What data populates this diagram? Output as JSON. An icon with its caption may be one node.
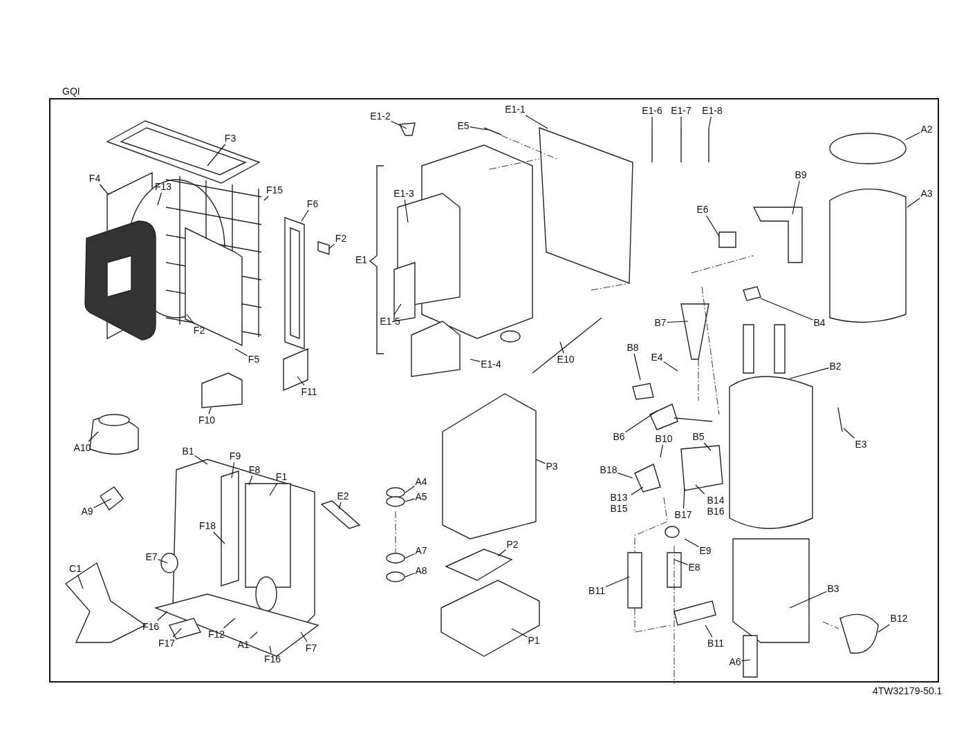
{
  "diagram": {
    "nodes": [
      {
        "text": [
          "E1-2"
        ]
      },
      {
        "text": [
          "E5"
        ]
      },
      {
        "text": [
          "E1-1"
        ]
      },
      {
        "text": [
          "E1-6"
        ]
      },
      {
        "text": [
          "E1-7"
        ]
      },
      {
        "text": [
          "E1-8"
        ]
      },
      {
        "text": [
          "A2"
        ]
      },
      {
        "text": [
          "F3"
        ]
      },
      {
        "text": [
          "F4"
        ]
      },
      {
        "text": [
          "F13"
        ]
      },
      {
        "text": [
          "F15"
        ]
      },
      {
        "text": [
          "F6"
        ]
      },
      {
        "text": [
          "F2"
        ]
      },
      {
        "text": [
          "E1-3"
        ]
      },
      {
        "text": [
          "E6"
        ]
      },
      {
        "text": [
          "B9"
        ]
      },
      {
        "text": [
          "A3"
        ]
      },
      {
        "text": [
          "F2"
        ]
      },
      {
        "text": [
          "F5"
        ]
      },
      {
        "text": [
          "E1-5"
        ]
      },
      {
        "text": [
          "B7"
        ]
      },
      {
        "text": [
          "B4"
        ]
      },
      {
        "text": [
          "E1-4"
        ]
      },
      {
        "text": [
          "E10"
        ]
      },
      {
        "text": [
          "E4"
        ]
      },
      {
        "text": [
          "B8"
        ]
      },
      {
        "text": [
          "B2"
        ]
      },
      {
        "text": [
          "F11"
        ]
      },
      {
        "text": [
          "F10"
        ]
      },
      {
        "text": [
          "A10"
        ]
      },
      {
        "text": [
          "B6"
        ]
      },
      {
        "text": [
          "E3"
        ]
      },
      {
        "text": [
          "B1"
        ]
      },
      {
        "text": [
          "F9"
        ]
      },
      {
        "text": [
          "F8"
        ]
      },
      {
        "text": [
          "F1"
        ]
      },
      {
        "text": [
          "B10"
        ]
      },
      {
        "text": [
          "B5"
        ]
      },
      {
        "text": [
          "B18"
        ]
      },
      {
        "text": [
          "P3"
        ]
      },
      {
        "text": [
          "E2"
        ]
      },
      {
        "text": [
          "A4"
        ]
      },
      {
        "text": [
          "A5"
        ]
      },
      {
        "text": [
          "A9"
        ]
      },
      {
        "text": [
          "B13 B15"
        ]
      },
      {
        "text": [
          "B17"
        ]
      },
      {
        "text": [
          "B14 B16"
        ]
      },
      {
        "text": [
          "F18"
        ]
      },
      {
        "text": [
          "E7"
        ]
      },
      {
        "text": [
          "A7"
        ]
      },
      {
        "text": [
          "A8"
        ]
      },
      {
        "text": [
          "P2"
        ]
      },
      {
        "text": [
          "E9"
        ]
      },
      {
        "text": [
          "E8"
        ]
      },
      {
        "text": [
          "C1"
        ]
      },
      {
        "text": [
          "B11"
        ]
      },
      {
        "text": [
          "B3"
        ]
      },
      {
        "text": [
          "F16"
        ]
      },
      {
        "text": [
          "F17"
        ]
      },
      {
        "text": [
          "F12"
        ]
      },
      {
        "text": [
          "A1"
        ]
      },
      {
        "text": [
          "P1"
        ]
      },
      {
        "text": [
          "F7"
        ]
      },
      {
        "text": [
          "F16"
        ]
      },
      {
        "text": [
          "B11"
        ]
      },
      {
        "text": [
          "B12"
        ]
      },
      {
        "text": [
          "A6"
        ]
      }
    ],
    "edges": [
      {
        "from": 0,
        "to": null,
        "arrow": "none"
      },
      {
        "from": 1,
        "to": null,
        "arrow": "none"
      },
      {
        "from": 2,
        "to": null,
        "arrow": "none"
      },
      {
        "from": 3,
        "to": null,
        "arrow": "none"
      },
      {
        "from": 4,
        "to": null,
        "arrow": "none"
      },
      {
        "from": 5,
        "to": null,
        "arrow": "none"
      },
      {
        "from": 6,
        "to": null,
        "arrow": "none"
      },
      {
        "from": 7,
        "to": null,
        "arrow": "none"
      },
      {
        "from": 8,
        "to": null,
        "arrow": "none"
      },
      {
        "from": 9,
        "to": null,
        "arrow": "none"
      },
      {
        "from": 10,
        "to": null,
        "arrow": "none"
      },
      {
        "from": 11,
        "to": null,
        "arrow": "none"
      },
      {
        "from": 12,
        "to": null,
        "arrow": "none"
      },
      {
        "from": 13,
        "to": null,
        "arrow": "none"
      },
      {
        "from": 14,
        "to": null,
        "arrow": "none"
      },
      {
        "from": 15,
        "to": null,
        "arrow": "none"
      },
      {
        "from": 16,
        "to": null,
        "arrow": "none"
      },
      {
        "from": 17,
        "to": null,
        "arrow": "none"
      },
      {
        "from": 18,
        "to": null,
        "arrow": "none"
      },
      {
        "from": 19,
        "to": null,
        "arrow": "none"
      },
      {
        "from": 20,
        "to": null,
        "arrow": "none"
      },
      {
        "from": 21,
        "to": null,
        "arrow": "none"
      },
      {
        "from": 22,
        "to": null,
        "arrow": "none"
      },
      {
        "from": 23,
        "to": null,
        "arrow": "none"
      },
      {
        "from": 24,
        "to": null,
        "arrow": "none"
      },
      {
        "from": 25,
        "to": null,
        "arrow": "none"
      },
      {
        "from": 26,
        "to": null,
        "arrow": "none"
      },
      {
        "from": 27,
        "to": null,
        "arrow": "none"
      },
      {
        "from": 28,
        "to": null,
        "arrow": "none"
      },
      {
        "from": 29,
        "to": null,
        "arrow": "none"
      },
      {
        "from": 30,
        "to": null,
        "arrow": "none"
      },
      {
        "from": 31,
        "to": null,
        "arrow": "none"
      },
      {
        "from": 32,
        "to": null,
        "arrow": "none"
      },
      {
        "from": 33,
        "to": null,
        "arrow": "none"
      },
      {
        "from": 34,
        "to": null,
        "arrow": "none"
      },
      {
        "from": 35,
        "to": null,
        "arrow": "none"
      },
      {
        "from": 36,
        "to": null,
        "arrow": "none"
      },
      {
        "from": 37,
        "to": null,
        "arrow": "none"
      },
      {
        "from": 38,
        "to": null,
        "arrow": "none"
      },
      {
        "from": 39,
        "to": null,
        "arrow": "none"
      },
      {
        "from": 40,
        "to": null,
        "arrow": "none"
      },
      {
        "from": 41,
        "to": null,
        "arrow": "none"
      },
      {
        "from": 42,
        "to": null,
        "arrow": "none"
      },
      {
        "from": 43,
        "to": null,
        "arrow": "none"
      },
      {
        "from": 44,
        "to": null,
        "arrow": "none"
      },
      {
        "from": 45,
        "to": null,
        "arrow": "none"
      },
      {
        "from": 46,
        "to": null,
        "arrow": "none"
      },
      {
        "from": 47,
        "to": null,
        "arrow": "none"
      },
      {
        "from": 48,
        "to": null,
        "arrow": "none"
      },
      {
        "from": 49,
        "to": null,
        "arrow": "none"
      },
      {
        "from": 50,
        "to": null,
        "arrow": "none"
      },
      {
        "from": 51,
        "to": null,
        "arrow": "none"
      },
      {
        "from": 52,
        "to": null,
        "arrow": "none"
      },
      {
        "from": 53,
        "to": null,
        "arrow": "none"
      },
      {
        "from": 54,
        "to": null,
        "arrow": "none"
      },
      {
        "from": 55,
        "to": null,
        "arrow": "none"
      },
      {
        "from": 56,
        "to": null,
        "arrow": "none"
      },
      {
        "from": 57,
        "to": null,
        "arrow": "none"
      },
      {
        "from": 58,
        "to": null,
        "arrow": "none"
      },
      {
        "from": 59,
        "to": null,
        "arrow": "none"
      },
      {
        "from": 60,
        "to": null,
        "arrow": "none"
      },
      {
        "from": 61,
        "to": null,
        "arrow": "none"
      },
      {
        "from": 62,
        "to": null,
        "arrow": "none"
      },
      {
        "from": 63,
        "to": null,
        "arrow": "none"
      },
      {
        "from": 64,
        "to": null,
        "arrow": "none"
      },
      {
        "from": 65,
        "to": null,
        "arrow": "none"
      },
      {
        "from": 66,
        "to": null,
        "arrow": "none"
      }
    ],
    "labels": [
      "GQI",
      "E1",
      "4TW32179-50.1"
    ]
  }
}
